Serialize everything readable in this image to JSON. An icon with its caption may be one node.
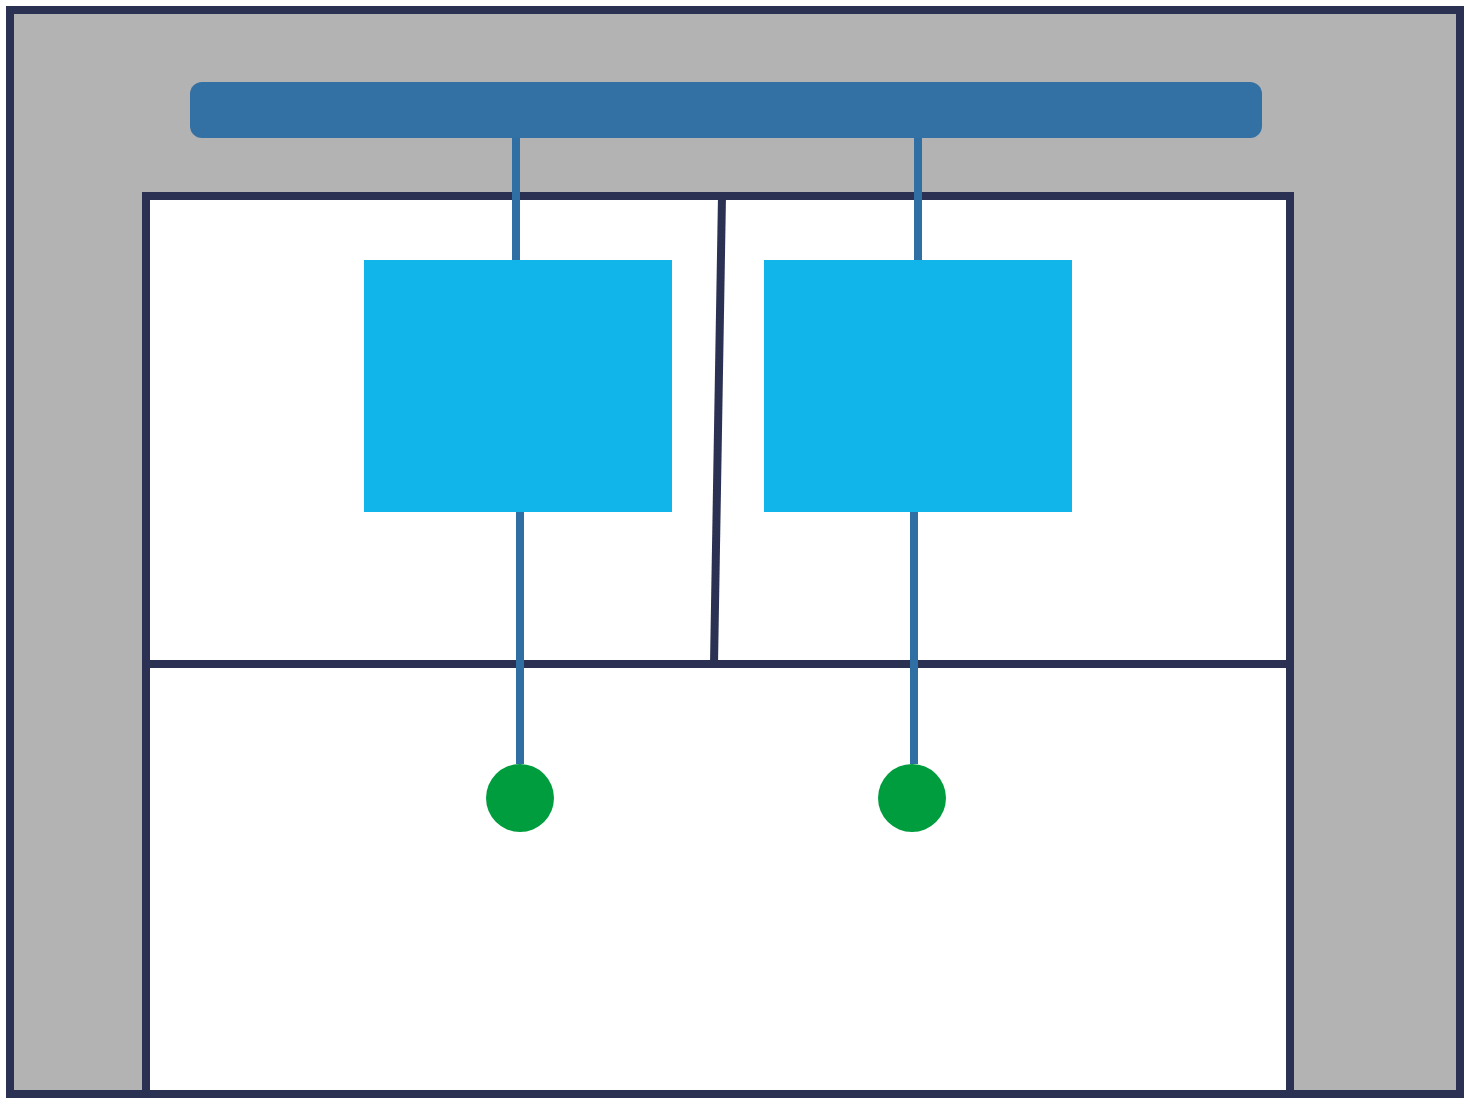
{
  "diagram": {
    "nodes": [
      {
        "text": [],
        "shape": "bar"
      },
      {
        "text": [],
        "shape": "box"
      },
      {
        "text": [],
        "shape": "box"
      },
      {
        "text": [],
        "shape": "circle"
      },
      {
        "text": [],
        "shape": "circle"
      }
    ],
    "edges": [
      {
        "from": 0,
        "to": 1,
        "arrow": "none"
      },
      {
        "from": 0,
        "to": 2,
        "arrow": "none"
      },
      {
        "from": 1,
        "to": 3,
        "arrow": "none"
      },
      {
        "from": 2,
        "to": 4,
        "arrow": "none"
      }
    ]
  }
}
